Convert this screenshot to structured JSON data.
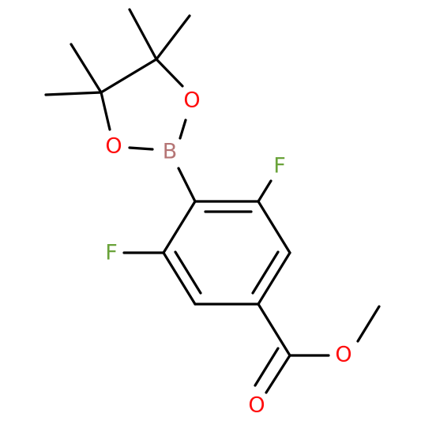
{
  "molecule": {
    "atoms": {
      "fluorine_top": {
        "label": "F",
        "color": "#6aa33a"
      },
      "fluorine_left": {
        "label": "F",
        "color": "#6aa33a"
      },
      "boron": {
        "label": "B",
        "color": "#b57575"
      },
      "oxygen_ring_upper": {
        "label": "O",
        "color": "#ff0d0d"
      },
      "oxygen_ring_lower": {
        "label": "O",
        "color": "#ff0d0d"
      },
      "oxygen_ester": {
        "label": "O",
        "color": "#ff0d0d"
      },
      "oxygen_carbonyl": {
        "label": "O",
        "color": "#ff0d0d"
      }
    },
    "bond_color": "#000000"
  }
}
